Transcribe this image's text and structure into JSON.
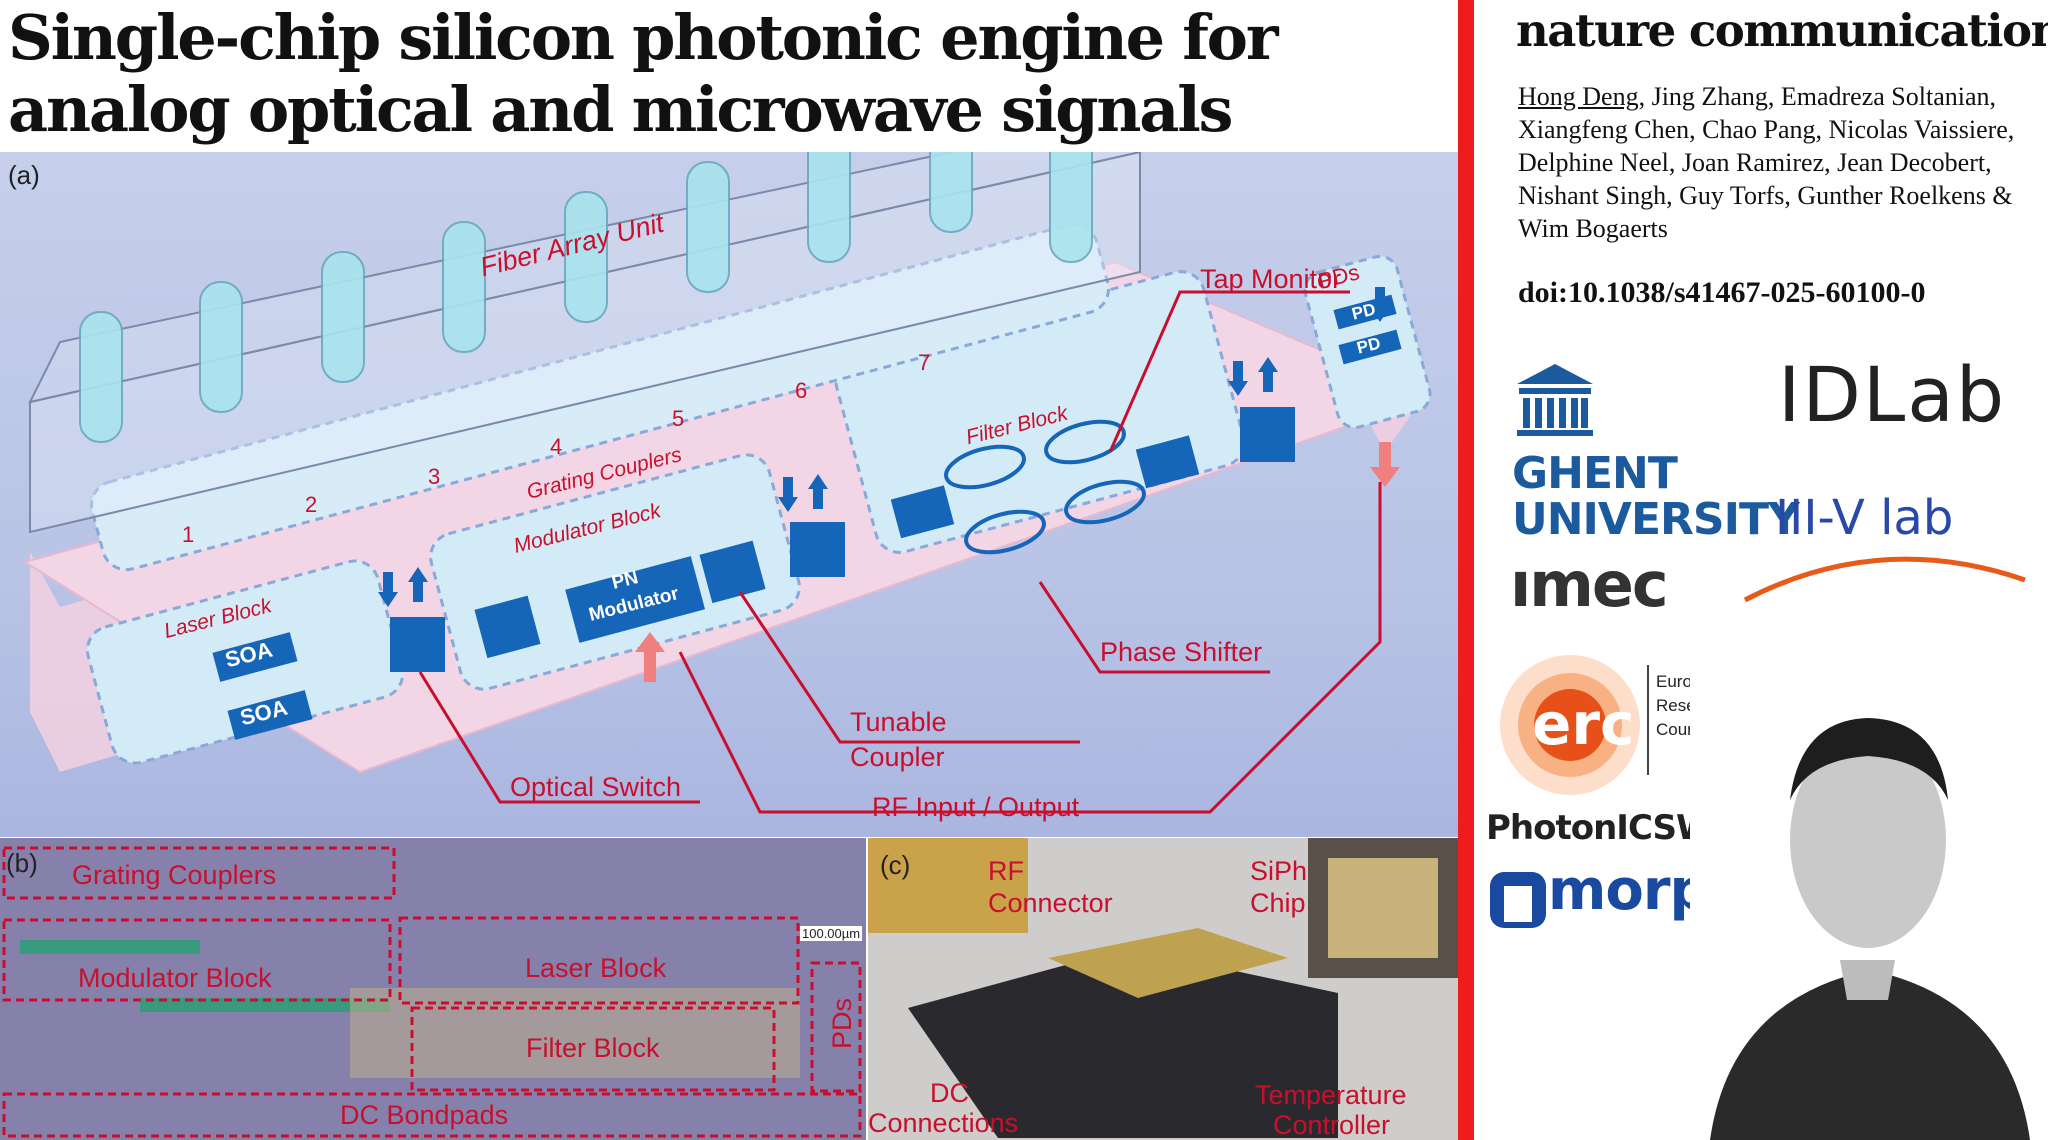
{
  "title": "Single-chip silicon photonic engine for analog optical and microwave signals processing",
  "journal": "nature communications",
  "authors": {
    "first": "Hong Deng",
    "rest": ", Jing Zhang, Emadreza Soltanian, Xiangfeng Chen, Chao Pang, Nicolas Vaissiere, Delphine Neel, Joan Ramirez, Jean Decobert, Nishant Singh, Guy Torfs, Gunther Roelkens & Wim Bogaerts"
  },
  "doi": "doi:10.1038/s41467-025-60100-0",
  "figure": {
    "panel_a": {
      "label": "(a)",
      "fiber_array_unit": "Fiber Array Unit",
      "grating_couplers": "Grating Couplers",
      "tap_monitor": "Tap Monitor",
      "modulator_block": "Modulator Block",
      "filter_block": "Filter Block",
      "laser_block": "Laser Block",
      "pds": "PDs",
      "pd": "PD",
      "soa": "SOA",
      "pn_modulator_1": "PN",
      "pn_modulator_2": "Modulator",
      "phase_shifter": "Phase Shifter",
      "tunable_coupler_1": "Tunable",
      "tunable_coupler_2": "Coupler",
      "optical_switch": "Optical Switch",
      "rf_io": "RF Input / Output",
      "port_numbers": [
        "1",
        "2",
        "3",
        "4",
        "5",
        "6",
        "7"
      ]
    },
    "panel_b": {
      "label": "(b)",
      "grating_couplers": "Grating Couplers",
      "modulator_block": "Modulator Block",
      "laser_block": "Laser Block",
      "filter_block": "Filter Block",
      "dc_bondpads": "DC Bondpads",
      "pds": "PDs",
      "scale": "100.00µm"
    },
    "panel_c": {
      "label": "(c)",
      "rf_connector_1": "RF",
      "rf_connector_2": "Connector",
      "siph_chip_1": "SiPh",
      "siph_chip_2": "Chip",
      "dc_1": "DC",
      "dc_2": "Connections",
      "temp_1": "Temperature",
      "temp_2": "Controller"
    }
  },
  "logos": {
    "ghent_1": "GHENT",
    "ghent_2": "UNIVERSITY",
    "idlab": "IDLab",
    "ivlab": "III-V lab",
    "imec": "ımec",
    "erc": "erc",
    "erc_sub_1": "European",
    "erc_sub_2": "Research",
    "erc_sub_3": "Council",
    "photonic_swarm": "PhotonICSWARM",
    "morphic": "morphic"
  },
  "colors": {
    "accent_red": "#ee1c1c",
    "label_red": "#c8102e",
    "block_blue": "#1565b8",
    "ghent_blue": "#1c5a9e"
  }
}
